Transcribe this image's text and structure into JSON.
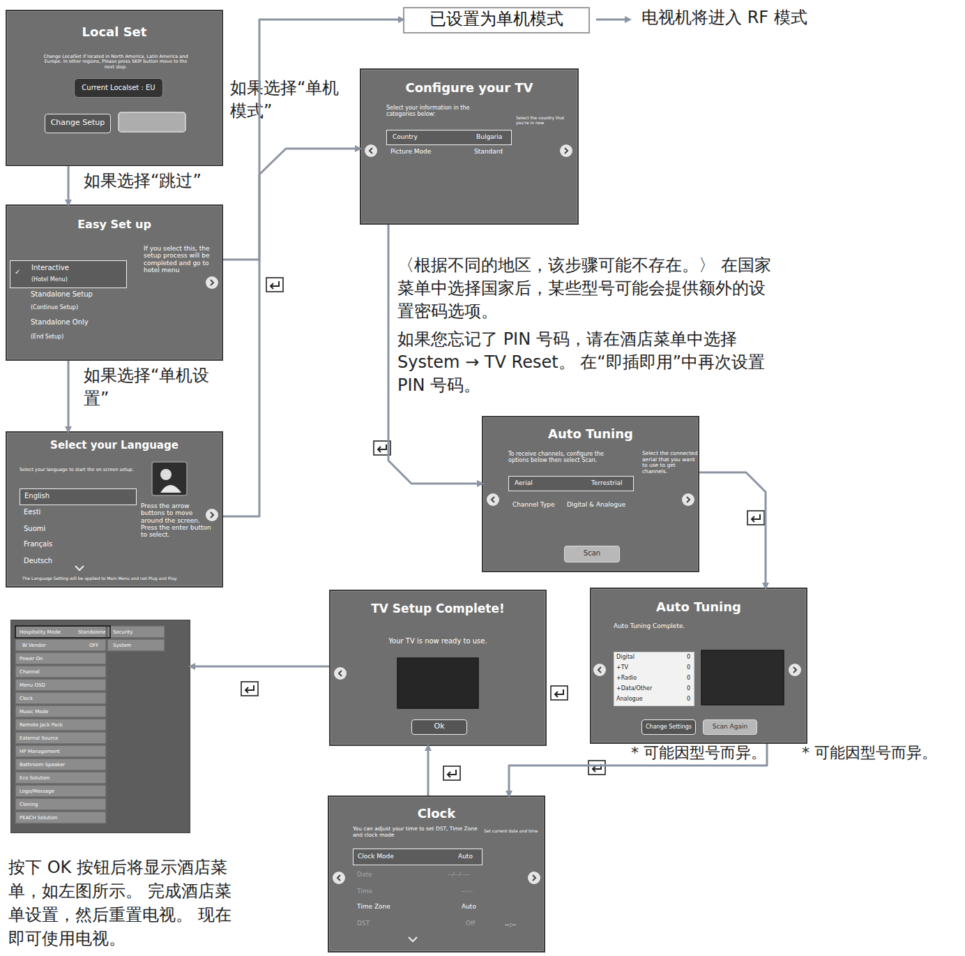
{
  "diagram": {
    "nodes": [
      {
        "text": [
          "Local Set",
          "Change LocalSet if located in North America, Latin America and Europe. In other regions, Please press SKIP button move to the next step."
        ]
      },
      {
        "text": [
          "Current Localset : EU"
        ],
        "in": 0
      },
      {
        "text": [
          "Change Setup"
        ],
        "in": 0
      },
      {
        "text": [
          "已设置为单机模式"
        ]
      },
      {
        "text": [
          "Configure your TV",
          "Select your information in the categories below:",
          "Select the country that you're in now",
          "Picture Mode",
          "Standard"
        ]
      },
      {
        "text": [
          "Country",
          "Bulgaria"
        ],
        "in": 4
      },
      {
        "text": [
          "Easy Set up",
          "If you select this, the setup process will be completed and go to hotel menu",
          "Standalone Setup",
          "(Continue Setup)",
          "Standalone Only",
          "(End Setup)"
        ]
      },
      {
        "text": [
          "✓",
          "Interactive",
          "(Hotel Menu)"
        ],
        "in": 6
      },
      {
        "text": [
          "Select your Language",
          "Select your language to start the on screen setup.",
          "Eesti",
          "Suomi",
          "Français",
          "Deutsch",
          "Press the arrow buttons to move around the screen. Press the enter button to select.",
          "The Language Setting will be applied to Main Menu and not Plug and Play."
        ]
      },
      {
        "text": [
          "English"
        ],
        "in": 8
      },
      {
        "text": [
          "Auto Tuning",
          "To receive channels, configure the options below then select Scan.",
          "Select the connected aerial that you want to use to get channels.",
          "Channel Type",
          "Digital & Analogue"
        ]
      },
      {
        "text": [
          "Aerial",
          "Terrestrial"
        ],
        "in": 10
      },
      {
        "text": [
          "Scan"
        ],
        "in": 10
      },
      {
        "text": [
          "TV Setup Complete!",
          "Your TV is now ready to use."
        ]
      },
      {
        "text": [
          "Ok"
        ],
        "in": 13
      },
      {
        "text": [
          "Auto Tuning",
          "Auto Tuning Complete."
        ]
      },
      {
        "text": [
          "Digital",
          "0",
          "+TV",
          "0",
          "+Radio",
          "0",
          "+Data/Other",
          "0",
          "Analogue",
          "0"
        ],
        "in": 15
      },
      {
        "text": [
          "Change Settings"
        ],
        "in": 15
      },
      {
        "text": [
          "Scan Again"
        ],
        "in": 15
      },
      {
        "text": [
          "Hospitality Mode",
          "Standalone",
          "BI Vendor",
          "OFF",
          "Power On",
          "Channel",
          "Menu OSD",
          "Clock",
          "Music Mode",
          "Remote Jack Pack",
          "External Source",
          "HP Management",
          "Bathroom Speaker",
          "Eco Solution",
          "Logo/Message",
          "Cloning",
          "PEACH Solution",
          "Security",
          "System"
        ]
      },
      {
        "text": [
          "Clock",
          "You can adjust your time to set DST, Time Zone and clock mode",
          "Set current date and time",
          "Date",
          "--/--/----",
          "Time",
          "--:--",
          "Time Zone",
          "Auto",
          "DST",
          "Off",
          "--:--"
        ]
      },
      {
        "text": [
          "Clock Mode",
          "Auto"
        ],
        "in": 20
      }
    ],
    "edges": [
      {
        "from": 0,
        "to": 6,
        "arrow": "to",
        "label": "如果选择“跳过”"
      },
      {
        "from": 6,
        "to": 3,
        "arrow": "to",
        "label": "如果选择“单机模式”"
      },
      {
        "from": 6,
        "to": 8,
        "arrow": "to",
        "label": "如果选择“单机设置”"
      },
      {
        "from": 8,
        "to": 4,
        "arrow": "to"
      },
      {
        "from": 4,
        "to": 10,
        "arrow": "to"
      },
      {
        "from": 10,
        "to": 15,
        "arrow": "to"
      },
      {
        "from": 15,
        "to": 20,
        "arrow": "to"
      },
      {
        "from": 20,
        "to": 13,
        "arrow": "to"
      },
      {
        "from": 13,
        "to": 19,
        "arrow": "to"
      }
    ],
    "labels": [
      "电视机将进入 RF 模式",
      "〈根据不同的地区，该步骤可能不存在。〉 在国家菜单中选择国家后，某些型号可能会提供额外的设置密码选项。",
      "如果您忘记了 PIN 号码，请在酒店菜单中选择 System → TV Reset。 在“即插即用”中再次设置 PIN 号码。",
      "* 可能因型号而异。",
      "* 可能因型号而异。",
      "按下 OK 按钮后将显示酒店菜单，如左图所示。 完成酒店菜单设置，然后重置电视。 现在即可使用电视。"
    ]
  }
}
